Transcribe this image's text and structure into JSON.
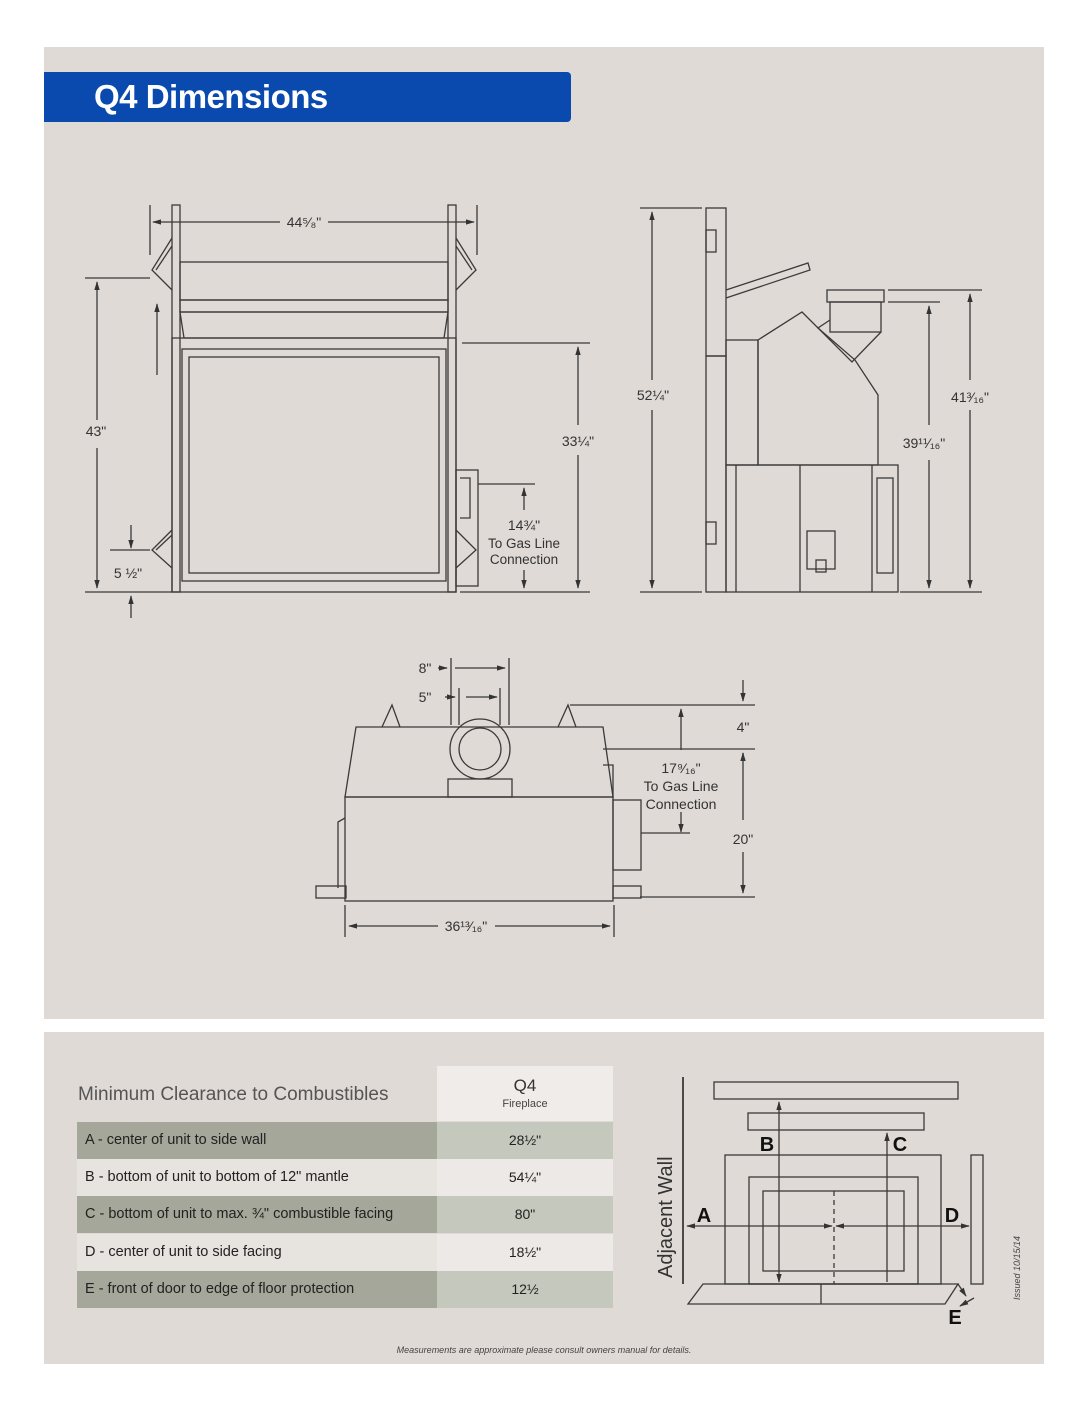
{
  "header": {
    "title": "Q4 Dimensions"
  },
  "front_view": {
    "width": "44⁵⁄₈\"",
    "height_total": "43\"",
    "height_top": "33¼\"",
    "base_height": "5 ½\"",
    "gas_line_height": "14¾\"",
    "gas_line_label_1": "To Gas Line",
    "gas_line_label_2": "Connection"
  },
  "side_view": {
    "height_total": "52¼\"",
    "height_vent": "41³⁄₁₆\"",
    "height_vent_center": "39¹¹⁄₁₆\""
  },
  "top_view": {
    "vent_outer": "8\"",
    "vent_inner": "5\"",
    "offset_top": "4\"",
    "gas_line_depth": "17⁹⁄₁₆\"",
    "gas_line_label_1": "To Gas Line",
    "gas_line_label_2": "Connection",
    "depth": "20\"",
    "width": "36¹³⁄₁₆\""
  },
  "clearance_table": {
    "title": "Minimum Clearance to Combustibles",
    "model": "Q4",
    "model_sub": "Fireplace",
    "rows": [
      {
        "label": "A - center of unit to side wall",
        "value": "28½\""
      },
      {
        "label": "B - bottom of unit to bottom of 12\" mantle",
        "value": "54¼\""
      },
      {
        "label": "C - bottom of unit to max. ¾\" combustible facing",
        "value": "80\""
      },
      {
        "label": "D - center of unit to side facing",
        "value": "18½\""
      },
      {
        "label": "E - front of door to edge of floor protection",
        "value": "12½"
      }
    ]
  },
  "clearance_diagram": {
    "wall_label": "Adjacent Wall",
    "a": "A",
    "b": "B",
    "c": "C",
    "d": "D",
    "e": "E"
  },
  "footnote": "Measurements are approximate please consult owners manual for details.",
  "issued": "Issued 10/15/14",
  "colors": {
    "title_bar": "#0a49ad",
    "panel": "#dfdad6",
    "row_dark": "#a4a799"
  }
}
